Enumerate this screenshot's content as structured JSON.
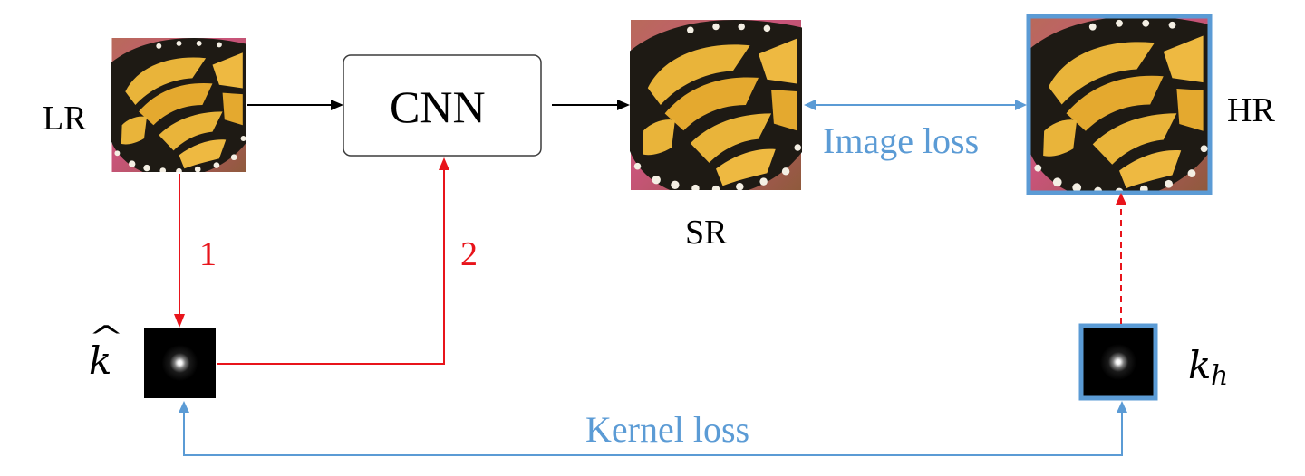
{
  "labels": {
    "lr": "LR",
    "cnn": "CNN",
    "sr": "SR",
    "hr": "HR",
    "image_loss": "Image loss",
    "kernel_loss": "Kernel loss",
    "step1": "1",
    "step2": "2",
    "k_hat_base": "k",
    "k_hat_accent": "^",
    "k_h_base": "k",
    "k_h_sub": "h"
  },
  "colors": {
    "black": "#000000",
    "red": "#e8141b",
    "blue": "#5b9bd5",
    "wing_yellow": "#e9b43a",
    "wing_dark": "#1e1a14",
    "flower_pink": "#c9547a",
    "kernel_bg": "#000000"
  },
  "icons": {
    "lr_image": "butterfly-wing-image",
    "sr_image": "butterfly-wing-image",
    "hr_image": "butterfly-wing-image",
    "k_hat_image": "blur-kernel-image",
    "k_h_image": "blur-kernel-image"
  }
}
